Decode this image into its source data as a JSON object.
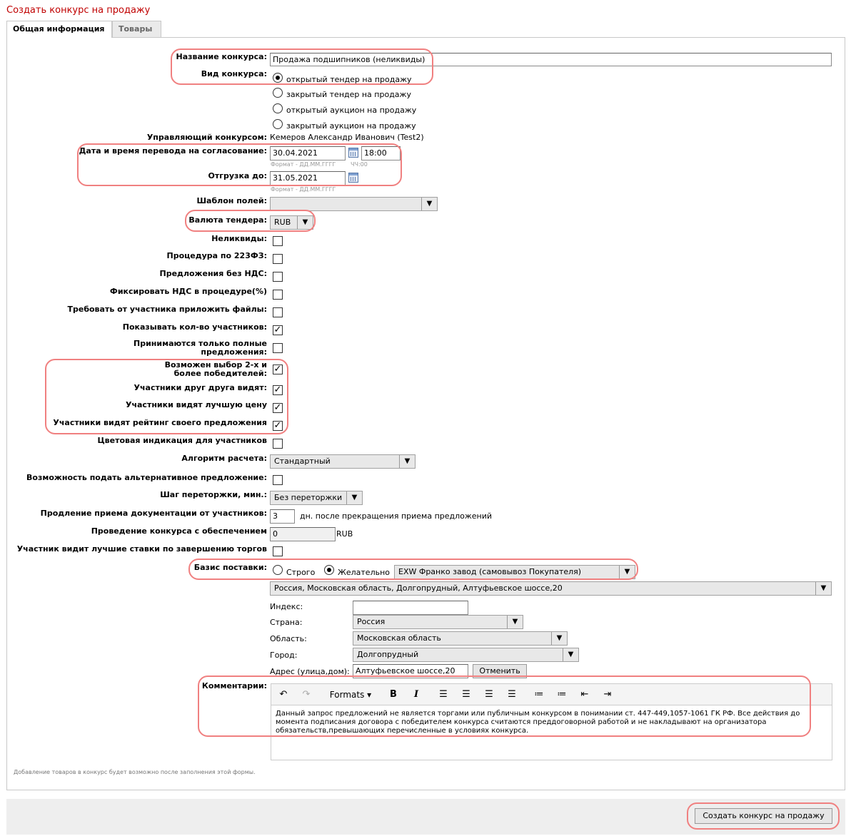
{
  "page_title": "Создать конкурс на продажу",
  "tabs": [
    {
      "label": "Общая информация",
      "active": true
    },
    {
      "label": "Товары",
      "active": false
    }
  ],
  "form": {
    "name": {
      "label": "Название конкурса:",
      "value": "Продажа  подшипников (неликвиды)"
    },
    "type": {
      "label": "Вид конкурса:",
      "options": [
        {
          "label": "открытый тендер на продажу",
          "selected": true
        },
        {
          "label": "закрытый тендер на продажу",
          "selected": false
        },
        {
          "label": "открытый аукцион на продажу",
          "selected": false
        },
        {
          "label": "закрытый аукцион на продажу",
          "selected": false
        }
      ]
    },
    "manager": {
      "label": "Управляющий конкурсом:",
      "value": "Кемеров Александр Иванович (Test2)"
    },
    "approval_datetime": {
      "label": "Дата и время перевода на согласование:",
      "date": "30.04.2021",
      "time": "18:00",
      "date_hint": "Формат - ДД.ММ.ГГГГ",
      "time_hint": "ЧЧ:00"
    },
    "shipment": {
      "label": "Отгрузка до:",
      "date": "31.05.2021",
      "date_hint": "Формат - ДД.ММ.ГГГГ"
    },
    "field_template": {
      "label": "Шаблон полей:",
      "value": ""
    },
    "currency": {
      "label": "Валюта тендера:",
      "value": "RUB"
    },
    "checkboxes": [
      {
        "label": "Неликвиды:",
        "checked": false
      },
      {
        "label": "Процедура по 223ФЗ:",
        "checked": false
      },
      {
        "label": "Предложения без НДС:",
        "checked": false
      },
      {
        "label": "Фиксировать НДС в процедуре(%)",
        "checked": false
      },
      {
        "label": "Требовать от участника приложить файлы:",
        "checked": false
      },
      {
        "label": "Показывать кол-во участников:",
        "checked": true
      },
      {
        "label": "Принимаются только полные предложения:",
        "checked": false
      },
      {
        "label": "Возможен выбор 2-х и более победителей:",
        "checked": true
      },
      {
        "label": "Участники друг друга видят:",
        "checked": true
      },
      {
        "label": "Участники видят лучшую цену",
        "checked": true
      },
      {
        "label": "Участники видят рейтинг своего предложения",
        "checked": true
      },
      {
        "label": "Цветовая индикация для участников",
        "checked": false
      }
    ],
    "algorithm": {
      "label": "Алгоритм расчета:",
      "value": "Стандартный"
    },
    "alt_offer": {
      "label": "Возможность подать альтернативное предложение:",
      "checked": false
    },
    "rebid_step": {
      "label": "Шаг переторжки, мин.:",
      "value": "Без переторжки"
    },
    "doc_extension": {
      "label": "Продление приема документации от участников:",
      "value": "3",
      "suffix": "дн. после прекращения приема предложений"
    },
    "security": {
      "label": "Проведение конкурса с обеспечением",
      "value": "0",
      "unit": "RUB"
    },
    "best_bids": {
      "label": "Участник видит лучшие ставки по завершению торгов",
      "checked": false
    },
    "delivery": {
      "label": "Базис поставки:",
      "strict": "Строго",
      "preferred": "Желательно",
      "preferred_selected": true,
      "incoterm": "EXW Франко завод (самовывоз Покупателя)",
      "address_full": "Россия, Московская область, Долгопрудный, Алтуфьевское шоссе,20"
    },
    "address": {
      "index_label": "Индекс:",
      "index_value": "",
      "country_label": "Страна:",
      "country_value": "Россия",
      "region_label": "Область:",
      "region_value": "Московская область",
      "city_label": "Город:",
      "city_value": "Долгопрудный",
      "street_label": "Адрес (улица,дом):",
      "street_value": "Алтуфьевское шоссе,20",
      "cancel_label": "Отменить"
    },
    "comments": {
      "label": "Комментарии:",
      "formats_label": "Formats",
      "text": "Данный запрос предложений не является торгами или публичным конкурсом в понимании ст. 447-449,1057-1061 ГК РФ. Все действия до момента подписания договора с победителем конкурса считаются преддоговорной работой и не накладывают на организатора обязательств,превышающих перечисленные в условиях конкурса."
    },
    "note": "Добавление товаров в конкурс будет возможно после заполнения этой формы."
  },
  "submit_label": "Создать конкурс на продажу",
  "colors": {
    "title": "#c00000",
    "highlight": "#f08080"
  }
}
